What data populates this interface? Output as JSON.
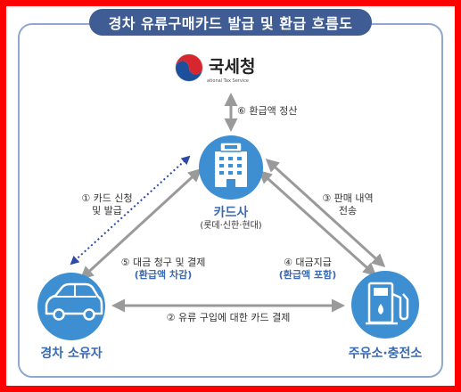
{
  "title": "경차 유류구매카드 발급 및 환급 흐름도",
  "nodes": {
    "nts": {
      "name": "국세청",
      "subtitle": "ational Tax Service"
    },
    "card_company": {
      "name": "카드사",
      "sub": "(롯데·신한·현대)"
    },
    "owner": {
      "name": "경차 소유자"
    },
    "station": {
      "name": "주유소·충전소"
    }
  },
  "flows": {
    "f1": {
      "line1": "① 카드 신청",
      "line2": "및 발급"
    },
    "f2": {
      "label": "② 유류 구입에 대한 카드 결제"
    },
    "f3": {
      "line1": "③ 판매 내역",
      "line2": "전송"
    },
    "f4": {
      "line1": "④ 대금지급",
      "line2": "(환급액 포함)"
    },
    "f5": {
      "line1": "⑤ 대금 청구 및 결제",
      "line2": "(환급액 차감)"
    },
    "f6": {
      "label": "⑥ 환급액 정산"
    }
  },
  "colors": {
    "title_bg": "#3f5d94",
    "frame": "#8fa8cf",
    "node_blue": "#3a6bb3",
    "circle_fill": "#3d8fd1",
    "arrow_gray": "#9a9a9a",
    "dotted_blue": "#2b4aa8",
    "page_border": "#ff0000"
  }
}
